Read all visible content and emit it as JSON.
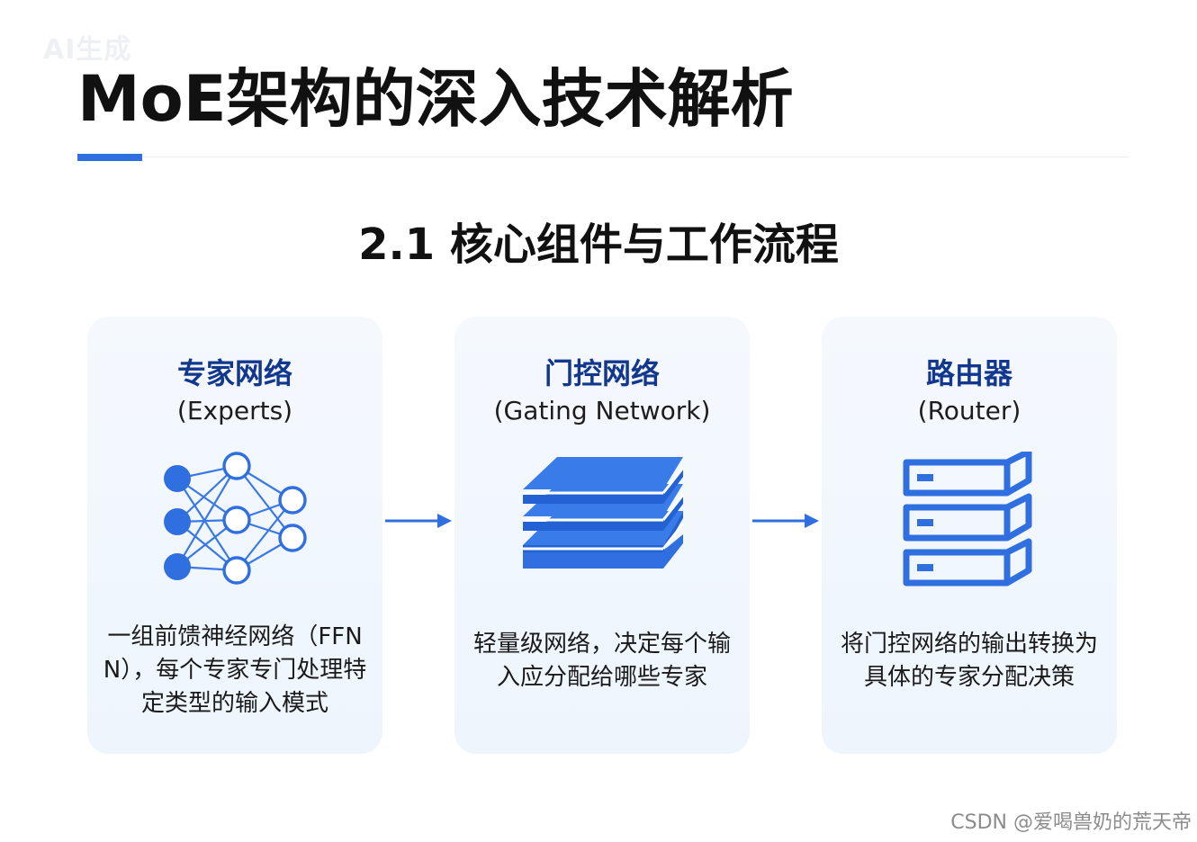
{
  "watermark_top": "AI生成",
  "title": "MoE架构的深入技术解析",
  "section_title": "2.1 核心组件与工作流程",
  "colors": {
    "accent": "#2f6fe0",
    "card_title": "#12378e",
    "icon_blue": "#2f6fe0"
  },
  "components": [
    {
      "title": "专家网络",
      "subtitle": "(Experts)",
      "icon": "neural-network-icon",
      "description": "一组前馈神经网络（FFN N），每个专家专门处理特定类型的输入模式"
    },
    {
      "title": "门控网络",
      "subtitle": "(Gating Network)",
      "icon": "stacked-layers-icon",
      "description": "轻量级网络，决定每个输入应分配给哪些专家"
    },
    {
      "title": "路由器",
      "subtitle": "(Router)",
      "icon": "server-rack-icon",
      "description": "将门控网络的输出转换为具体的专家分配决策"
    }
  ],
  "footer_watermark": "CSDN @爱喝兽奶的荒天帝"
}
